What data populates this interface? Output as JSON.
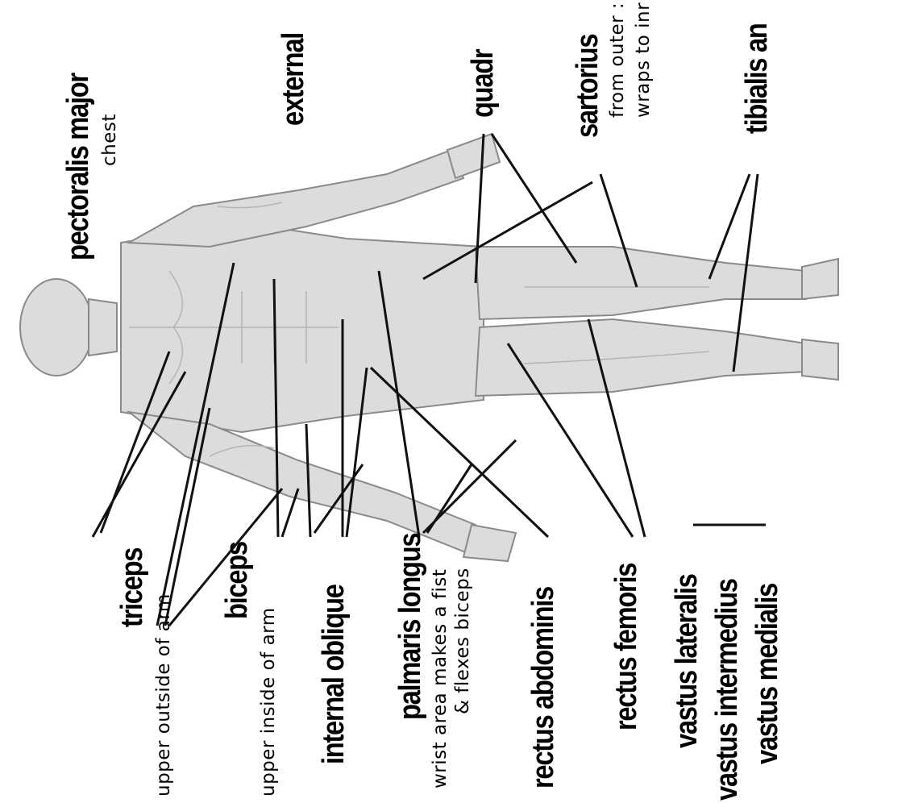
{
  "labels": {
    "triceps": "triceps",
    "triceps_desc": "upper outside of arm",
    "biceps": "biceps",
    "biceps_desc": "upper inside of arm",
    "internal_oblique": "internal oblique",
    "palmaris_longus": "palmaris longus",
    "palmaris_desc_1": "wrist area makes a fist",
    "palmaris_desc_2": "& flexes biceps",
    "rectus_abdominis": "rectus abdominis",
    "rectus_femoris": "rectus femoris",
    "vastus_lateralis": "vastus lateralis",
    "vastus_intermedius": "vastus intermedius",
    "vastus_medialis": "vastus medialis",
    "pectoralis_major": "pectoralis major",
    "pectoralis_desc": "chest",
    "external": "external",
    "quadr": "quadr",
    "sartorius": "sartorius",
    "sartorius_desc_1": "from outer :",
    "sartorius_desc_2": "wraps to inr",
    "tibialis": "tibialis an"
  },
  "colors": {
    "lines": "#111111",
    "figure_fill": "#d9d9d9",
    "figure_stroke": "#8a8a8a"
  }
}
